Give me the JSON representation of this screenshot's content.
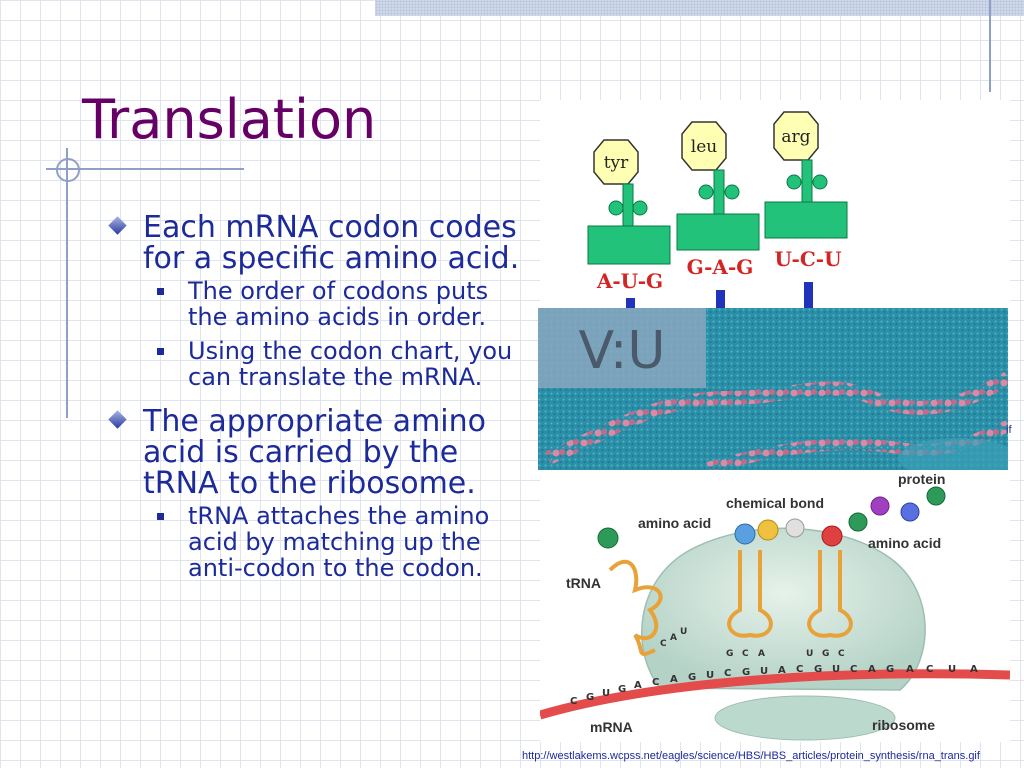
{
  "slide": {
    "title": "Translation",
    "bullets": [
      {
        "text": "Each mRNA codon codes for a specific amino acid.",
        "sub": [
          "The order of codons puts the amino acids in order.",
          "Using the codon chart, you can translate the mRNA."
        ]
      },
      {
        "text": "The appropriate amino acid is carried by the tRNA to the ribosome.",
        "sub": [
          "tRNA attaches the amino acid by matching up the anti-codon to the codon."
        ]
      }
    ],
    "caption": "http://westlakems.wcpss.net/eagles/science/HBS/HBS_articles/protein_synthesis/rna_trans.gif",
    "caption_stub": "if"
  },
  "trna_diagram": {
    "units": [
      {
        "amino_acid": "tyr",
        "codon": "A-U-G"
      },
      {
        "amino_acid": "leu",
        "codon": "G-A-G"
      },
      {
        "amino_acid": "arg",
        "codon": "U-C-U"
      }
    ],
    "colors": {
      "stem": "#22c27a",
      "hex_fill": "#ffffb4",
      "codon_text": "#d42424",
      "bar": "#2233bb"
    }
  },
  "photo": {
    "watermark": "V:U"
  },
  "ribosome_diagram": {
    "labels": {
      "protein": "protein",
      "chemical_bond": "chemical bond",
      "amino_acid_left": "amino acid",
      "amino_acid_right": "amino acid",
      "trna": "tRNA",
      "mrna": "mRNA",
      "ribosome": "ribosome"
    },
    "mrna_bases": [
      "C",
      "G",
      "U",
      "G",
      "A",
      "C",
      "A",
      "G",
      "U",
      "C",
      "G",
      "U",
      "A",
      "C",
      "G",
      "U",
      "C",
      "A",
      "G",
      "A",
      "C",
      "U",
      "A"
    ],
    "anticodon_left": [
      "C",
      "A",
      "U"
    ],
    "anticodon_mid": [
      "G",
      "C",
      "A"
    ],
    "anticodon_right": [
      "U",
      "G",
      "C"
    ]
  }
}
